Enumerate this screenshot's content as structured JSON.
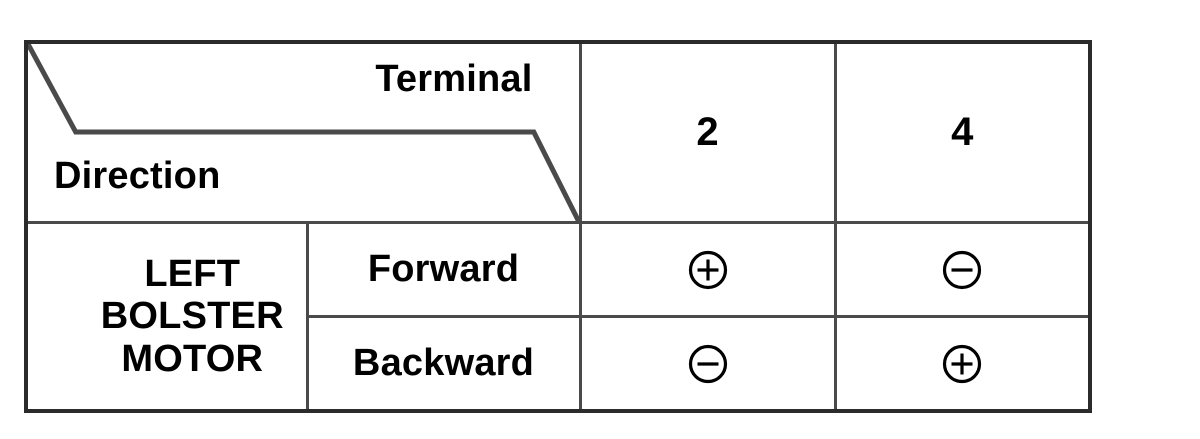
{
  "table": {
    "corner": {
      "column_axis_label": "Terminal",
      "row_axis_label": "Direction"
    },
    "terminal_headers": [
      "2",
      "4"
    ],
    "motor": {
      "name_lines": [
        "LEFT",
        "BOLSTER",
        "MOTOR"
      ]
    },
    "rows": [
      {
        "direction": "Forward",
        "polarities": [
          "plus-circle-icon",
          "minus-circle-icon"
        ],
        "polarity_symbols": [
          "⊕",
          "⊖"
        ]
      },
      {
        "direction": "Backward",
        "polarities": [
          "minus-circle-icon",
          "plus-circle-icon"
        ],
        "polarity_symbols": [
          "⊖",
          "⊕"
        ]
      }
    ],
    "colors": {
      "outer_border": "#2b2b2b",
      "inner_border": "#4a4a4a",
      "background": "#ffffff",
      "text": "#000000"
    }
  }
}
